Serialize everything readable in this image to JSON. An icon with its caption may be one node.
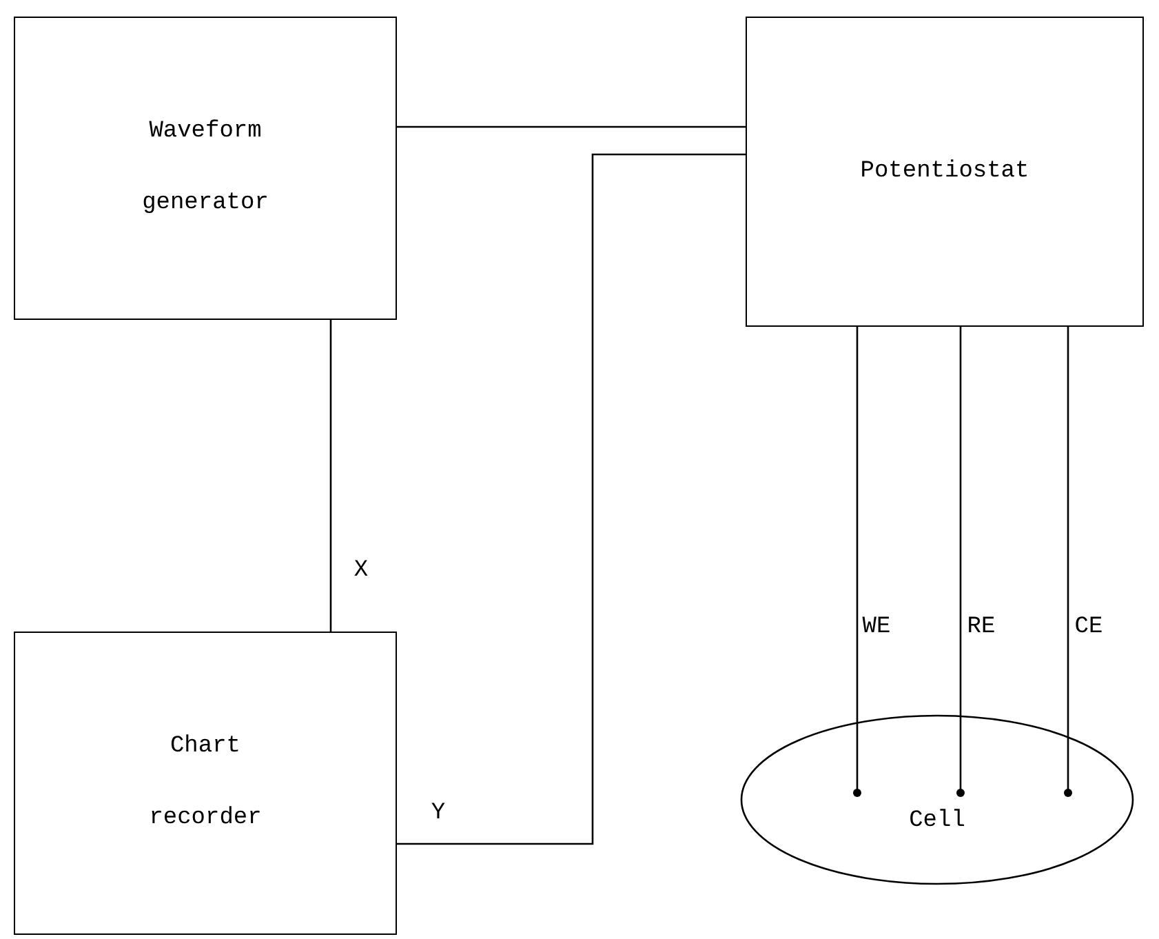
{
  "diagram": {
    "nodes": [
      {
        "text": [
          "Waveform generator"
        ]
      },
      {
        "text": [
          "Potentiostat"
        ]
      },
      {
        "text": [
          "Chart recorder"
        ]
      },
      {
        "text": [
          "Cell"
        ]
      }
    ],
    "edges": [
      {
        "from": 0,
        "to": 1,
        "arrow": "none"
      },
      {
        "from": 0,
        "to": 2,
        "arrow": "none",
        "label": "X"
      },
      {
        "from": 2,
        "to": 1,
        "arrow": "none",
        "label": "Y"
      },
      {
        "from": 1,
        "to": 3,
        "arrow": "other",
        "label": "WE"
      },
      {
        "from": 1,
        "to": 3,
        "arrow": "other",
        "label": "RE"
      },
      {
        "from": 1,
        "to": 3,
        "arrow": "other",
        "label": "CE"
      }
    ]
  }
}
